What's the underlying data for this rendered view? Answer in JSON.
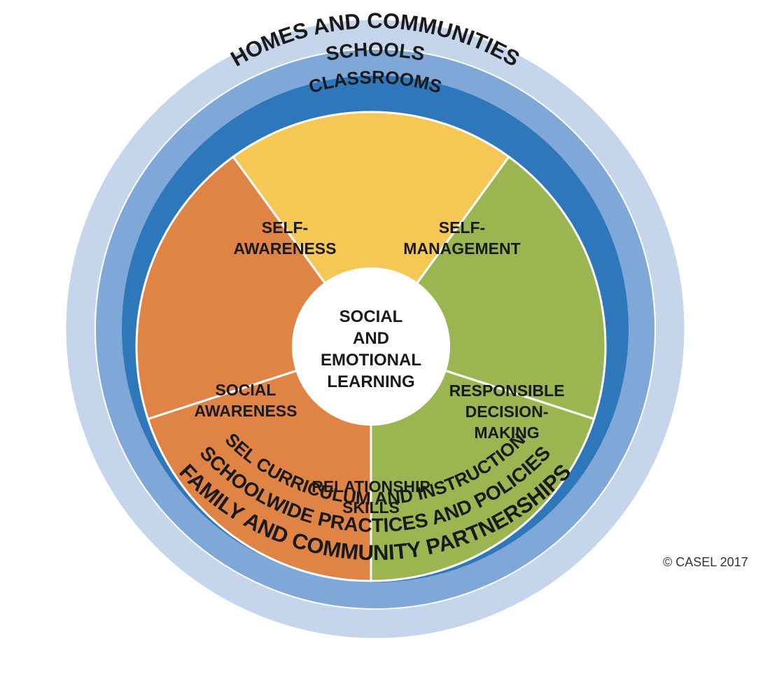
{
  "rings": {
    "outer": {
      "top": "HOMES AND COMMUNITIES",
      "bottom": "FAMILY AND COMMUNITY PARTNERSHIPS",
      "color": "#c5d5ec"
    },
    "middle": {
      "top": "SCHOOLS",
      "bottom": "SCHOOLWIDE PRACTICES AND POLICIES",
      "color": "#7fa8d8"
    },
    "inner": {
      "top": "CLASSROOMS",
      "bottom": "SEL CURRICULUM AND INSTRUCTION",
      "color": "#2f77bb"
    }
  },
  "competencies": [
    {
      "lines": [
        "SELF-",
        "AWARENESS"
      ],
      "color": "#e08445"
    },
    {
      "lines": [
        "SELF-",
        "MANAGEMENT"
      ],
      "color": "#e08445"
    },
    {
      "lines": [
        "RESPONSIBLE",
        "DECISION-",
        "MAKING"
      ],
      "color": "#f5c855"
    },
    {
      "lines": [
        "RELATIONSHIP",
        "SKILLS"
      ],
      "color": "#9bb651"
    },
    {
      "lines": [
        "SOCIAL",
        "AWARENESS"
      ],
      "color": "#9bb651"
    }
  ],
  "center": {
    "lines": [
      "SOCIAL",
      "AND",
      "EMOTIONAL",
      "LEARNING"
    ],
    "color": "#ffffff"
  },
  "copyright": "© CASEL 2017"
}
